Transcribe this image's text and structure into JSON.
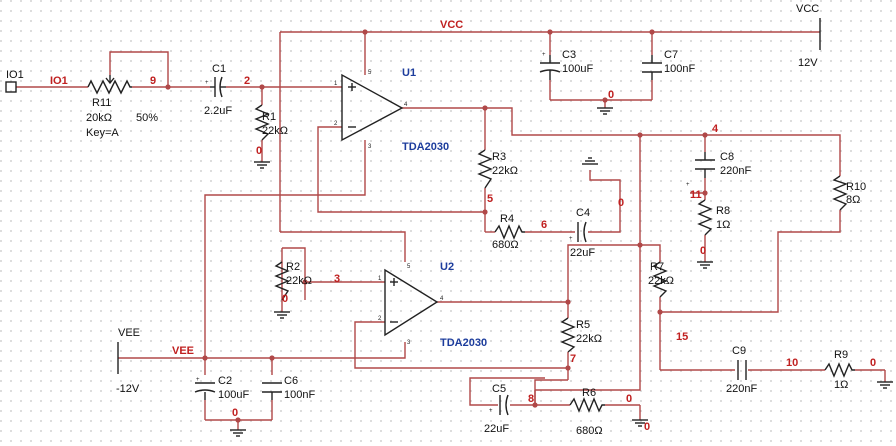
{
  "rails": {
    "vcc_net": "VCC",
    "vcc_source": "VCC",
    "vcc_value": "12V",
    "vee_net": "VEE",
    "vee_source": "VEE",
    "vee_value": "-12V"
  },
  "input": {
    "port": "IO1",
    "net": "IO1"
  },
  "opamps": [
    {
      "ref": "U1",
      "part": "TDA2030"
    },
    {
      "ref": "U2",
      "part": "TDA2030"
    }
  ],
  "components": [
    {
      "ref": "R11",
      "value": "20kΩ",
      "key": "Key=A",
      "percent": "50%"
    },
    {
      "ref": "C1",
      "value": "2.2uF"
    },
    {
      "ref": "R1",
      "value": "22kΩ"
    },
    {
      "ref": "R2",
      "value": "22kΩ"
    },
    {
      "ref": "R3",
      "value": "22kΩ"
    },
    {
      "ref": "R4",
      "value": "680Ω"
    },
    {
      "ref": "R5",
      "value": "22kΩ"
    },
    {
      "ref": "R6",
      "value": "680Ω"
    },
    {
      "ref": "R7",
      "value": "22kΩ"
    },
    {
      "ref": "R8",
      "value": "1Ω"
    },
    {
      "ref": "R9",
      "value": "1Ω"
    },
    {
      "ref": "R10",
      "value": "8Ω"
    },
    {
      "ref": "C2",
      "value": "100uF"
    },
    {
      "ref": "C3",
      "value": "100uF"
    },
    {
      "ref": "C4",
      "value": "22uF"
    },
    {
      "ref": "C5",
      "value": "22uF"
    },
    {
      "ref": "C6",
      "value": "100nF"
    },
    {
      "ref": "C7",
      "value": "100nF"
    },
    {
      "ref": "C8",
      "value": "220nF"
    },
    {
      "ref": "C9",
      "value": "220nF"
    }
  ],
  "nodes": [
    "9",
    "2",
    "0",
    "4",
    "5",
    "6",
    "0",
    "11",
    "0",
    "3",
    "0",
    "0",
    "15",
    "10",
    "0",
    "7",
    "8",
    "0",
    "0",
    "0"
  ]
}
